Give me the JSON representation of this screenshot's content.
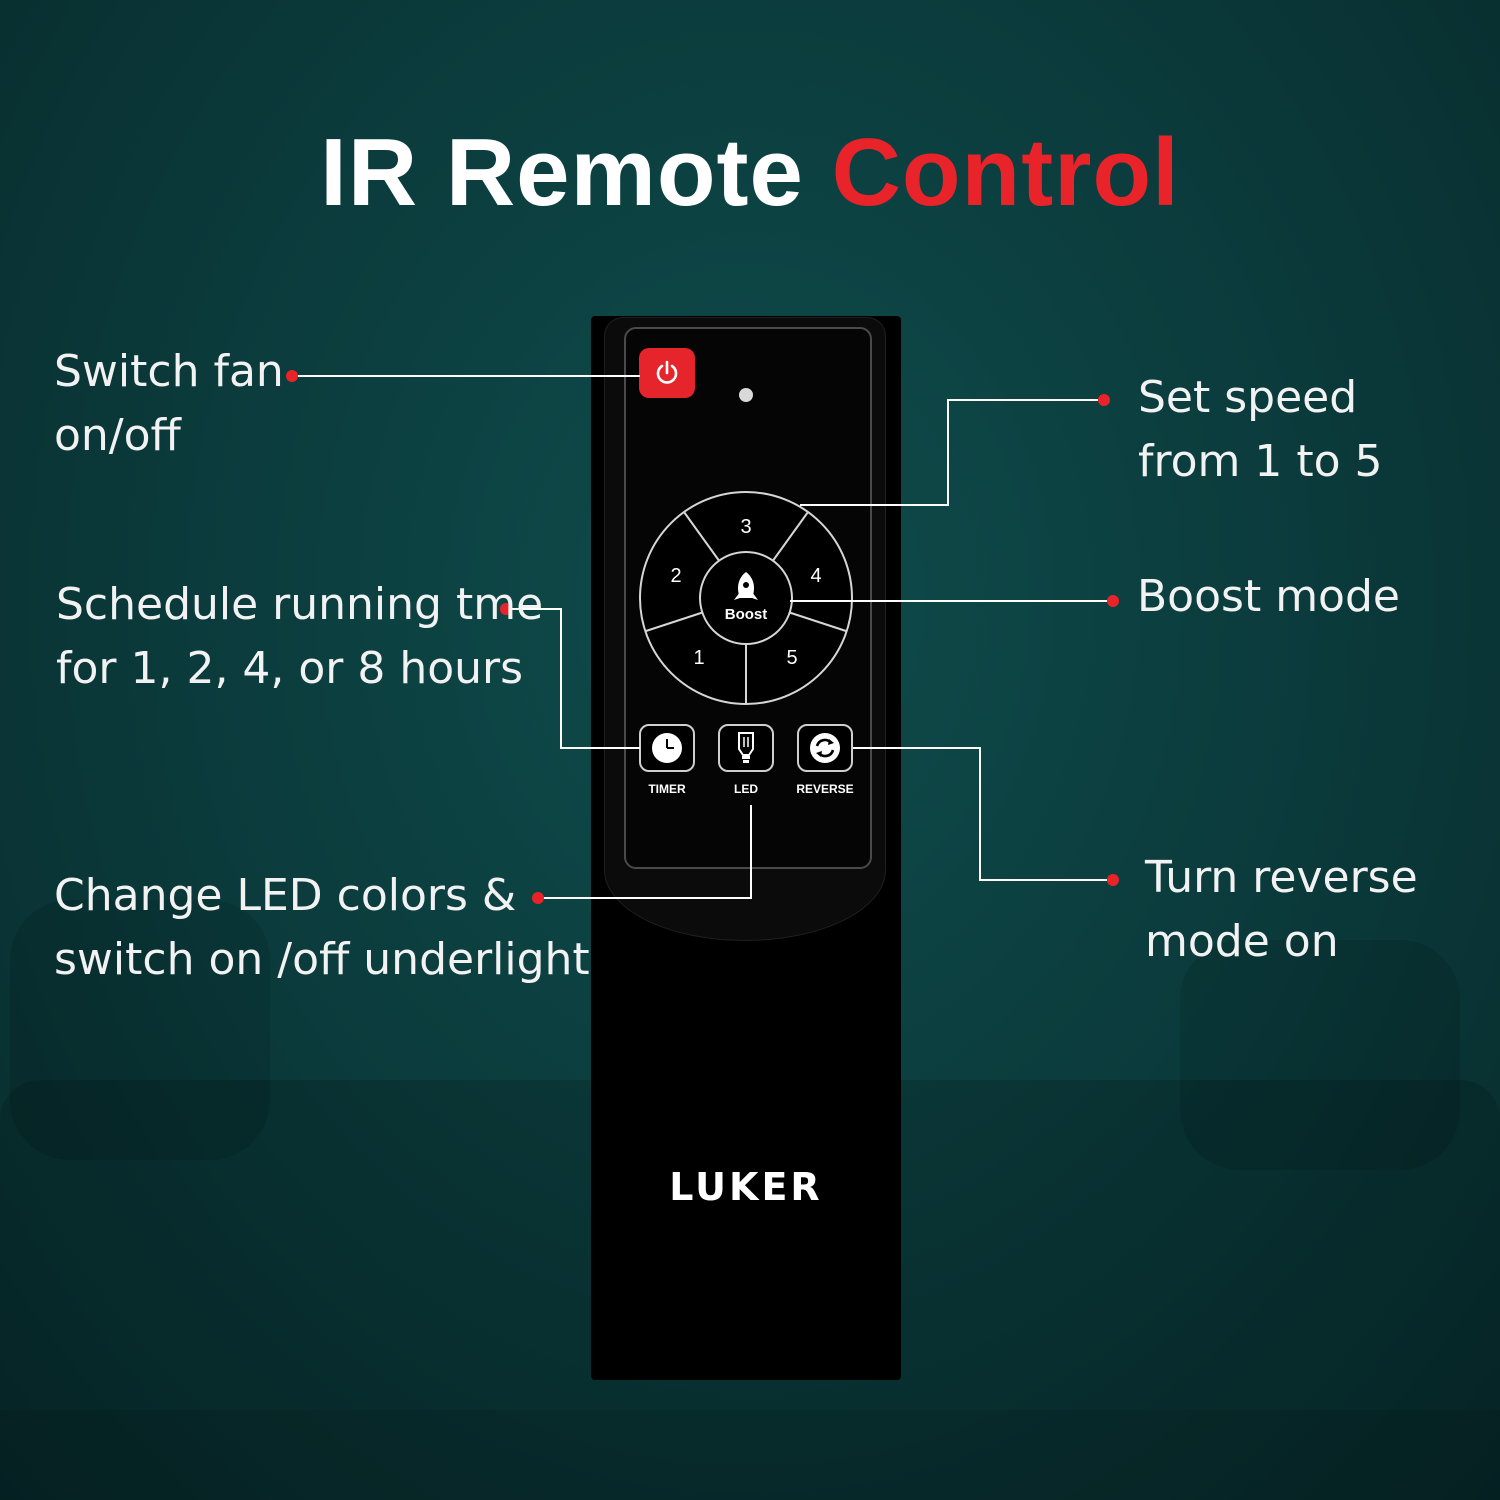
{
  "title": {
    "part1": "IR Remote",
    "part2": "Control"
  },
  "colors": {
    "accent": "#e8232a",
    "background": "#0b3a3b",
    "remote": "#000000"
  },
  "labels": {
    "power": [
      "Switch fan",
      "on/off"
    ],
    "speed": [
      "Set speed",
      "from 1 to 5"
    ],
    "timer": [
      "Schedule running tme",
      "for 1, 2, 4, or 8 hours"
    ],
    "boost": [
      "Boost mode"
    ],
    "led": [
      "Change LED colors &",
      "switch on /off underlight"
    ],
    "reverse": [
      "Turn reverse",
      "mode on"
    ]
  },
  "remote": {
    "speed_buttons": [
      "1",
      "2",
      "3",
      "4",
      "5"
    ],
    "boost_label": "Boost",
    "buttons": [
      {
        "label": "TIMER",
        "icon": "clock-icon"
      },
      {
        "label": "LED",
        "icon": "bulb-icon"
      },
      {
        "label": "REVERSE",
        "icon": "reverse-arrows-icon"
      }
    ],
    "power_icon": "power-icon",
    "brand": "LUKER"
  }
}
